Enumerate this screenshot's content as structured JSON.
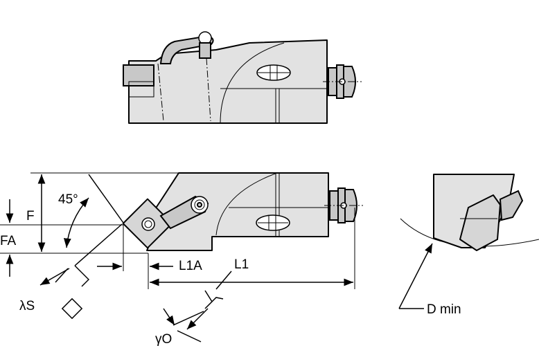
{
  "labels": {
    "f": "F",
    "fa": "FA",
    "angle": "45°",
    "lambda_s": "λS",
    "l1a": "L1A",
    "l1": "L1",
    "gamma_o": "γO",
    "d_min": "D min"
  }
}
